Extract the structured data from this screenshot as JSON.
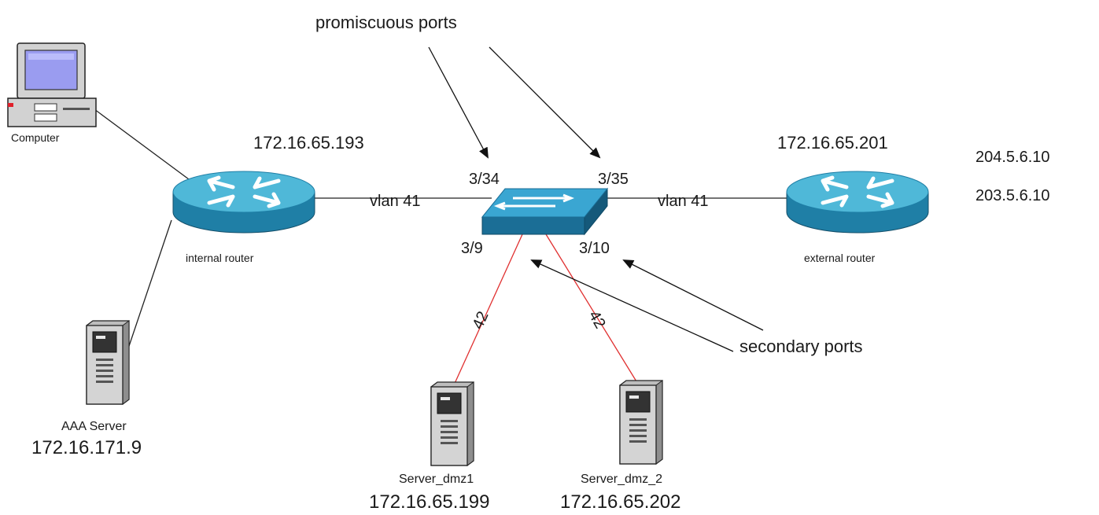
{
  "title": "",
  "colors": {
    "link": "#222222",
    "vlan42_link": "#e03030",
    "router_top": "#4fb8d8",
    "router_side": "#1f7fa6",
    "switch_top": "#3aa6d2",
    "switch_side": "#1b6e96",
    "arrow": "#111111"
  },
  "annotations": {
    "promiscuous": "promiscuous ports",
    "secondary": "secondary ports"
  },
  "nodes": {
    "computer": {
      "name": "Computer",
      "icon": "desktop-computer-icon"
    },
    "internal_router": {
      "name": "internal router",
      "ip": "172.16.65.193",
      "icon": "router-icon"
    },
    "external_router": {
      "name": "external router",
      "ip": "172.16.65.201",
      "icon": "router-icon"
    },
    "switch": {
      "icon": "switch-icon"
    },
    "aaa": {
      "name": "AAA Server",
      "ip": "172.16.171.9",
      "icon": "tower-server-icon"
    },
    "dmz1": {
      "name": "Server_dmz1",
      "ip": "172.16.65.199",
      "icon": "tower-server-icon"
    },
    "dmz2": {
      "name": "Server_dmz_2",
      "ip": "172.16.65.202",
      "icon": "tower-server-icon"
    }
  },
  "external_ips": [
    "204.5.6.10",
    "203.5.6.10"
  ],
  "ports": {
    "p34": "3/34",
    "p35": "3/35",
    "p9": "3/9",
    "p10": "3/10"
  },
  "links": {
    "left_vlan": "vlan 41",
    "right_vlan": "vlan 41",
    "dmz1_vlan": "42",
    "dmz2_vlan": "42"
  }
}
